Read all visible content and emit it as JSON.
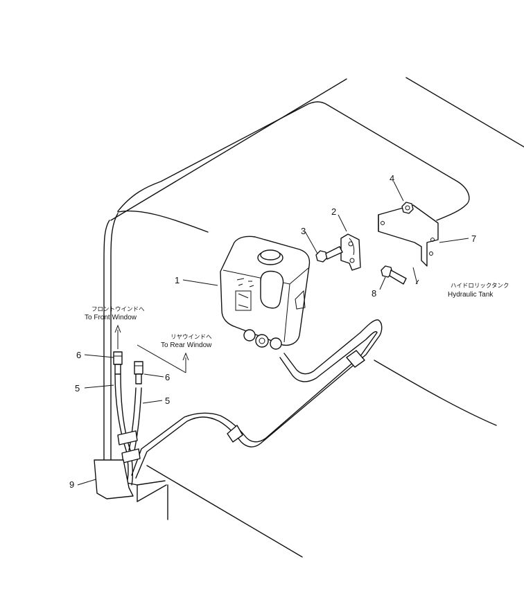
{
  "callouts": {
    "c1": "1",
    "c2": "2",
    "c3": "3",
    "c4": "4",
    "c5a": "5",
    "c5b": "5",
    "c6a": "6",
    "c6b": "6",
    "c7": "7",
    "c8": "8",
    "c9": "9"
  },
  "notes": {
    "front_jp": "フロントウインドへ",
    "front_en": "To Front Window",
    "rear_jp": "リヤウインドへ",
    "rear_en": "To Rear Window",
    "tank_jp": "ハイドロリックタンク",
    "tank_en": "Hydraulic Tank"
  }
}
